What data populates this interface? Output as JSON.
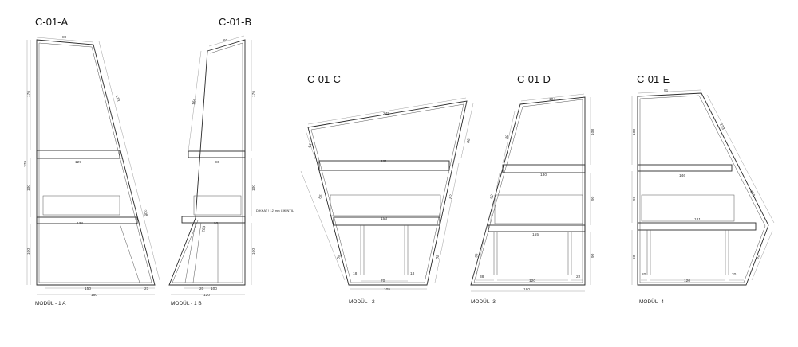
{
  "modules": [
    {
      "id": "a",
      "title": "C-01-A",
      "caption": "MODÜL - 1 A",
      "dims": [
        "89",
        "176",
        "379",
        "173",
        "129",
        "100",
        "134",
        "208",
        "100",
        "150",
        "21",
        "180"
      ]
    },
    {
      "id": "b",
      "title": "C-01-B",
      "caption": "MODÜL - 1 B",
      "note": "DİKKAT ! 12 mm ÇIKINTILI",
      "dims": [
        "60",
        "176",
        "164",
        "86",
        "100",
        "92",
        "203",
        "100",
        "20",
        "100",
        "120"
      ]
    },
    {
      "id": "c",
      "title": "C-01-C",
      "caption": "MODÜL - 2",
      "dims": [
        "245",
        "64",
        "86",
        "261",
        "65",
        "82",
        "153",
        "55",
        "82",
        "18",
        "70",
        "18",
        "105"
      ]
    },
    {
      "id": "d",
      "title": "C-01-D",
      "caption": "MODÜL -3",
      "dims": [
        "104",
        "88",
        "108",
        "130",
        "92",
        "90",
        "155",
        "92",
        "90",
        "38",
        "120",
        "22",
        "180"
      ]
    },
    {
      "id": "e",
      "title": "C-01-E",
      "caption": "MODÜL -4",
      "dims": [
        "91",
        "108",
        "133",
        "146",
        "90",
        "160",
        "181",
        "90",
        "92",
        "20",
        "120",
        "20"
      ]
    }
  ]
}
